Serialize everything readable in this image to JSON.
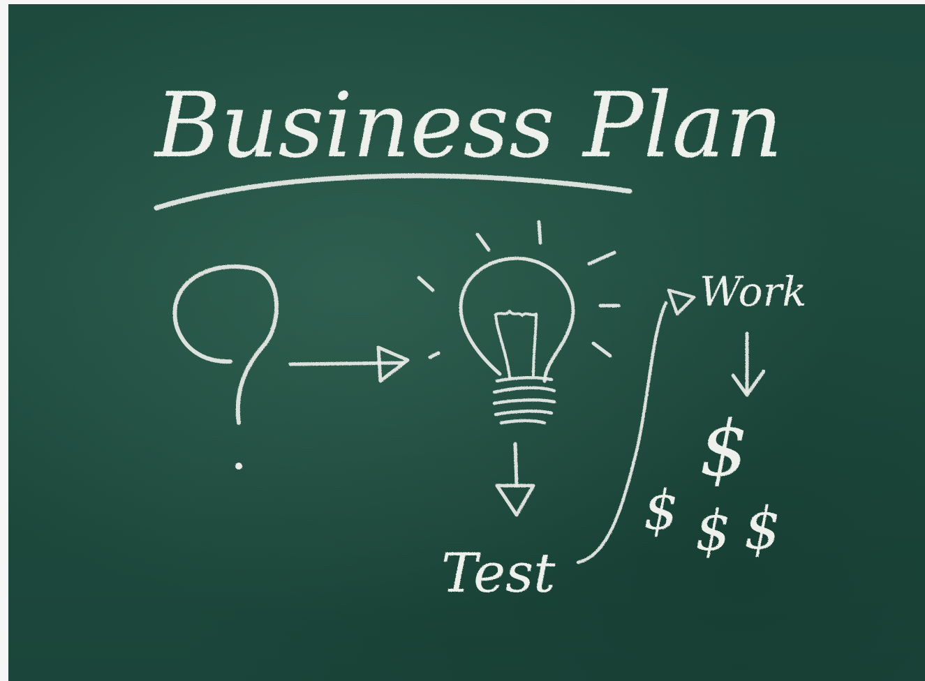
{
  "board": {
    "title": "Business Plan",
    "labels": {
      "work": "Work",
      "test": "Test",
      "dollar": "$"
    }
  },
  "colors": {
    "board": "#1f4d40",
    "chalk": "#eef0ec",
    "margin": "#f6f6f6"
  },
  "icons": [
    "question-mark-icon",
    "arrow-right-icon",
    "light-bulb-icon",
    "arrow-down-icon",
    "curved-arrow-icon",
    "dollar-sign-icon"
  ]
}
